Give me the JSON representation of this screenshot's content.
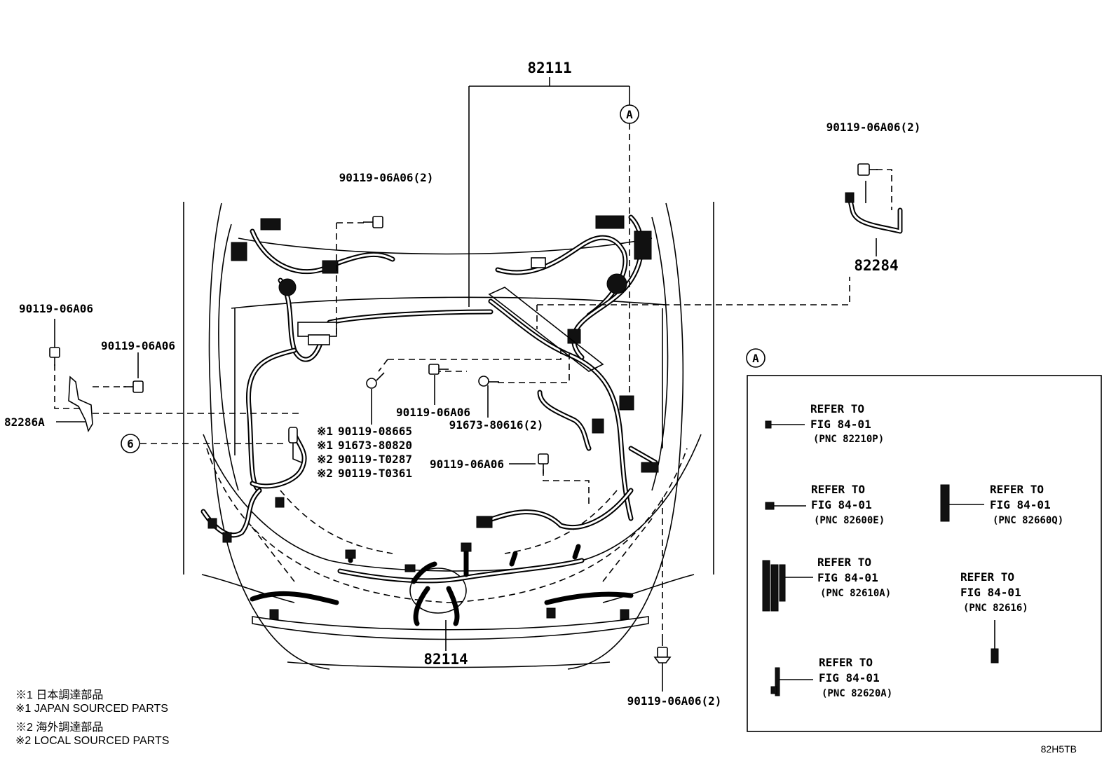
{
  "diagram": {
    "main_harness": "82111",
    "front_harness": "82114",
    "bracket_right": "82284",
    "bracket_left": "82286A",
    "callout_a": "A",
    "callout_6": "6",
    "bolt_top_center": "90119-06A06(2)",
    "bolt_top_right": "90119-06A06(2)",
    "bolt_left_1": "90119-06A06",
    "bolt_left_2": "90119-06A06",
    "bolt_center": "90119-06A06",
    "bolt_center_2": "91673-80616(2)",
    "bolt_lower_center": "90119-06A06",
    "bolt_bottom_right": "90119-06A06(2)",
    "alt_list": [
      {
        "mark": "※1",
        "part": "90119-08665"
      },
      {
        "mark": "※1",
        "part": "91673-80820"
      },
      {
        "mark": "※2",
        "part": "90119-T0287"
      },
      {
        "mark": "※2",
        "part": "90119-T0361"
      }
    ]
  },
  "detail_a": {
    "label": "A",
    "refs": [
      {
        "line1": "REFER TO",
        "line2": "FIG 84-01",
        "pnc": "(PNC 82210P)"
      },
      {
        "line1": "REFER TO",
        "line2": "FIG 84-01",
        "pnc": "(PNC 82600E)"
      },
      {
        "line1": "REFER TO",
        "line2": "FIG 84-01",
        "pnc": "(PNC 82660Q)"
      },
      {
        "line1": "REFER TO",
        "line2": "FIG 84-01",
        "pnc": "(PNC 82610A)"
      },
      {
        "line1": "REFER TO",
        "line2": "FIG 84-01",
        "pnc": "(PNC 82616)"
      },
      {
        "line1": "REFER TO",
        "line2": "FIG 84-01",
        "pnc": "(PNC 82620A)"
      }
    ]
  },
  "notes": [
    "※1 日本調達部品",
    "※1 JAPAN SOURCED PARTS",
    "※2 海外調達部品",
    "※2 LOCAL SOURCED PARTS"
  ],
  "figure_code": "82H5TB"
}
